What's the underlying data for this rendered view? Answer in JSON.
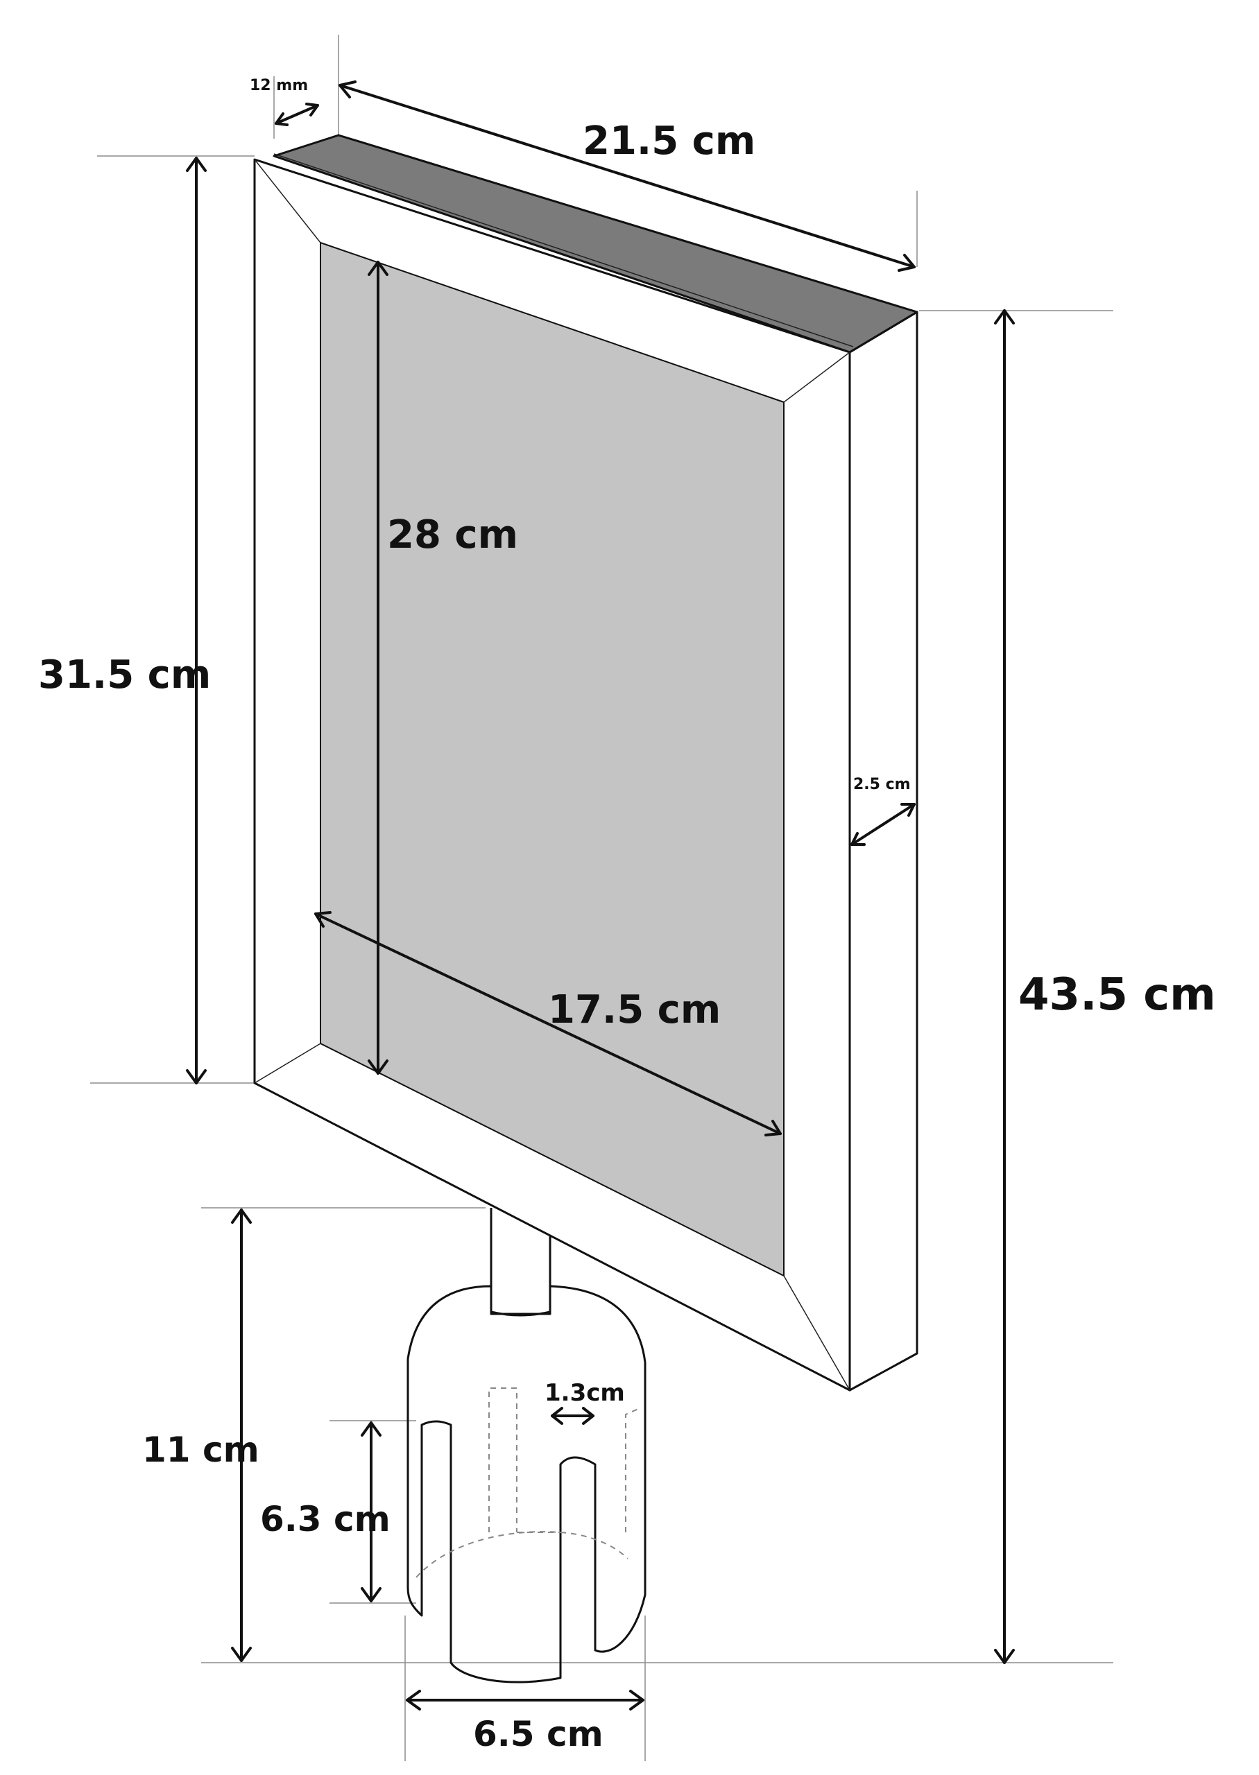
{
  "colors": {
    "line": "#111111",
    "panel_gray": "#c4c4c4",
    "top_strip": "#7b7b7b",
    "extension_line": "#8c8c8c"
  },
  "dimensions": {
    "top_thickness": "12 mm",
    "frame_width": "21.5 cm",
    "frame_height": "31.5 cm",
    "inner_height": "28 cm",
    "side_depth": "2.5 cm",
    "total_height": "43.5 cm",
    "inner_width": "17.5 cm",
    "base_height": "11 cm",
    "slot_height": "6.3 cm",
    "slot_width": "1.3cm",
    "base_width": "6.5 cm"
  }
}
